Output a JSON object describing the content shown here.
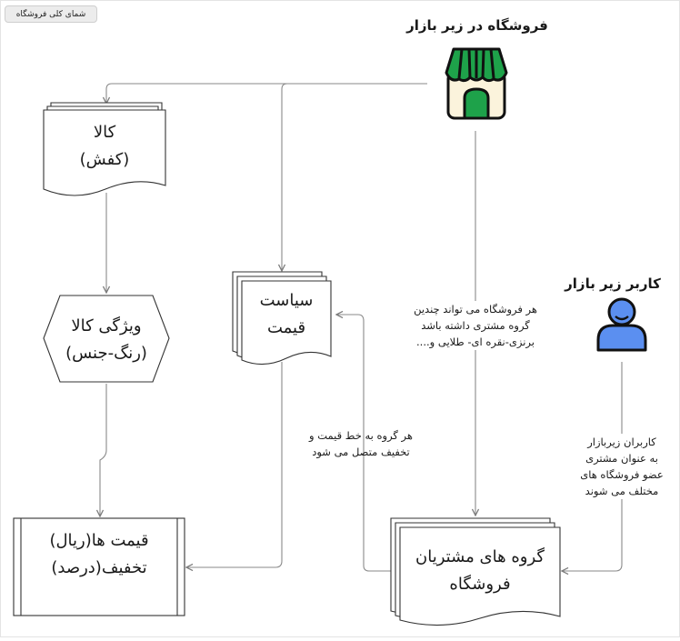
{
  "tab": {
    "label": "شمای کلی فروشگاه"
  },
  "store": {
    "title": "فروشگاه در زیر بازار",
    "icon": "store-icon"
  },
  "user": {
    "title": "کاربر زیر بازار",
    "icon": "user-icon"
  },
  "nodes": {
    "product": {
      "line1": "کالا",
      "line2": "(کفش)"
    },
    "feature": {
      "line1": "ویژگی کالا",
      "line2": "(رنگ-جنس)"
    },
    "pricing": {
      "line1": "سیاست",
      "line2": "قیمت"
    },
    "price": {
      "line1": "قیمت ها(ریال)",
      "line2": "تخفیف(درصد)"
    },
    "groups": {
      "line1": "گروه های مشتریان",
      "line2": "فروشگاه"
    }
  },
  "notes": {
    "store_groups": {
      "line1": "هر فروشگاه می تواند چندین",
      "line2": "گروه مشتری داشته باشد",
      "line3": "برنزی-نقره ای- طلایی و...."
    },
    "group_pricing": {
      "line1": "هر گروه به خط قیمت و",
      "line2": "تخفیف متصل می شود"
    },
    "user_groups": {
      "line1": "کاربران زیربازار",
      "line2": "به عنوان مشتری",
      "line3": "عضو فروشگاه های",
      "line4": "مختلف می شوند"
    }
  },
  "colors": {
    "awning_green": "#1ea24a",
    "door_green": "#1ea24a",
    "store_wall": "#fbf3dc",
    "user_blue": "#5b8ff0",
    "line": "#8a8a8a",
    "stroke": "#222222"
  }
}
